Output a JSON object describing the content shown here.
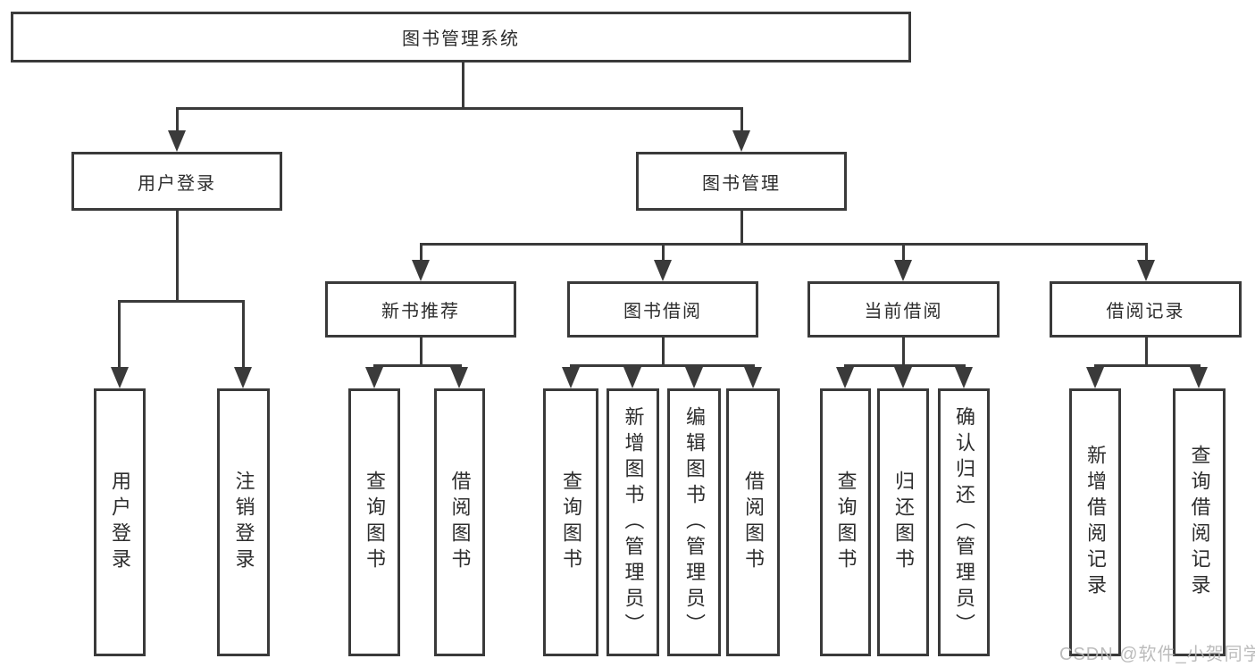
{
  "diagram": {
    "root": {
      "label": "图书管理系统"
    },
    "branches": [
      {
        "label": "用户登录",
        "children": [
          {
            "label": "用户登录"
          },
          {
            "label": "注销登录"
          }
        ]
      },
      {
        "label": "图书管理",
        "children": [
          {
            "label": "新书推荐",
            "children": [
              {
                "label": "查询图书"
              },
              {
                "label": "借阅图书"
              }
            ]
          },
          {
            "label": "图书借阅",
            "children": [
              {
                "label": "查询图书"
              },
              {
                "label": "新增图书（管理员）"
              },
              {
                "label": "编辑图书（管理员）"
              },
              {
                "label": "借阅图书"
              }
            ]
          },
          {
            "label": "当前借阅",
            "children": [
              {
                "label": "查询图书"
              },
              {
                "label": "归还图书"
              },
              {
                "label": "确认归还（管理员）"
              }
            ]
          },
          {
            "label": "借阅记录",
            "children": [
              {
                "label": "新增借阅记录"
              },
              {
                "label": "查询借阅记录"
              }
            ]
          }
        ]
      }
    ]
  },
  "watermark": "CSDN @软件_小贺同学",
  "colors": {
    "line": "#3a3a3a",
    "box_background": "#ffffff",
    "text": "#2d2d2d",
    "watermark": "#b5b5b5",
    "page_background": "#ffffff"
  }
}
